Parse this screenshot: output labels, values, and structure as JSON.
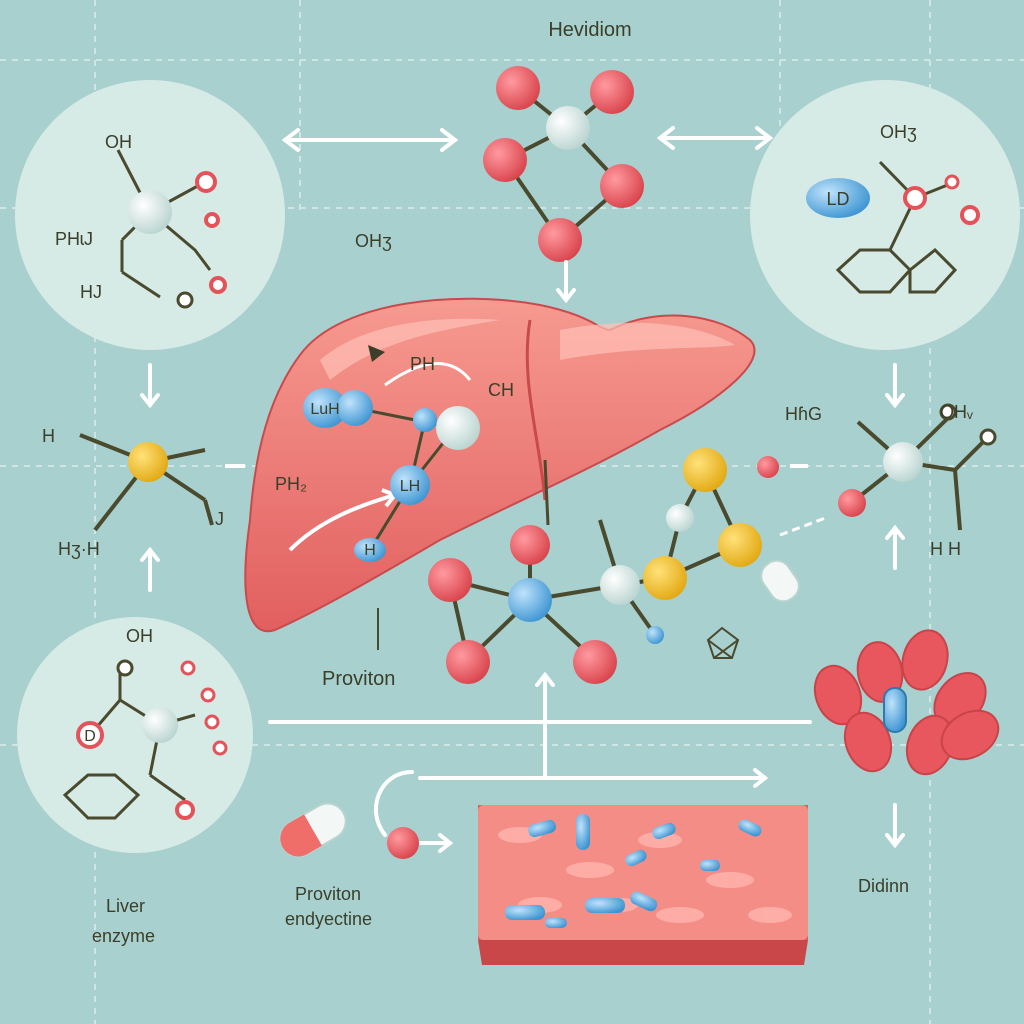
{
  "labels": {
    "top_title": "Hevidiom",
    "center_formula": "OHʒ",
    "liver_ph": "PH",
    "liver_ch": "CH",
    "liver_ph2": "PH₂",
    "center_caption": "Proviton",
    "bottom_left_line1": "Liver",
    "bottom_left_line2": "enzyme",
    "bottom_mid_line1": "Proviton",
    "bottom_mid_line2": "endyectine",
    "bottom_right": "Didinn"
  },
  "molecules": {
    "top_left": {
      "oh": "OH",
      "ph": "PHɩJ",
      "hj": "HJ"
    },
    "top_right": {
      "ph": "OHʒ",
      "ld": "LD"
    },
    "mid_left": {
      "h_top": "H",
      "h_bottom": "Hʒ·H",
      "j": "J"
    },
    "mid_right": {
      "h_left": "HɦG",
      "oh": "OHᵥ",
      "hh": "H H"
    },
    "bottom_left": {
      "oh": "OH",
      "d": "D"
    },
    "liver_atoms": {
      "a1": "LuH",
      "a2": "LH",
      "a3": "H"
    }
  },
  "colors": {
    "background": "#a8d0cf",
    "liver": "#ef7b74",
    "oxygen": "#e5535a",
    "carbon": "#dfeeea",
    "sulfur": "#f2c223",
    "nitrogen": "#6cb6e6",
    "bond": "#4a4a2e"
  }
}
